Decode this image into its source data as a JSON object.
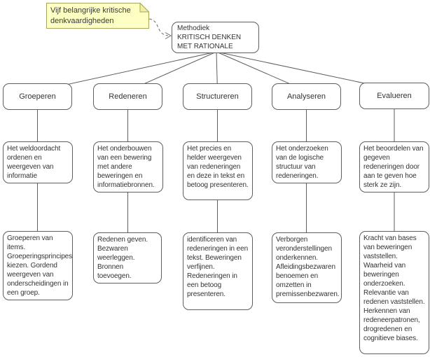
{
  "note": {
    "text": "Vijf belangrijke kritische denkvaardigheden"
  },
  "root_node": {
    "kicker": "Methodiek",
    "title_line1": "KRITISCH DENKEN",
    "title_line2": "MET RATIONALE"
  },
  "columns": [
    {
      "title": "Groeperen",
      "description": "Het weldoordacht ordenen en weergeven van informatie",
      "skills": "Groeperen van items. Groeperingsprincipes kiezen. Gordend weergeven van onderscheidingen in een groep."
    },
    {
      "title": "Redeneren",
      "description": "Het onderbouwen van een bewering met andere beweringen en informatiebronnen.",
      "skills": "Redenen geven. Bezwaren weerleggen. Bronnen toevoegen."
    },
    {
      "title": "Structureren",
      "description": "Het precies en helder weergeven van redeneringen en deze in tekst en betoog presenteren.",
      "skills": "identificeren van redeneringen in een tekst. Beweringen verfijnen. Redeneringen in een betoog presenteren."
    },
    {
      "title": "Analyseren",
      "description": "Het onderzoeken van de logische structuur van redeneringen.",
      "skills": "Verborgen veronderstellingen onderkennen. Afleidingsbezwaren benoemen en omzetten in premissenbezwaren."
    },
    {
      "title": "Evalueren",
      "description": "Het beoordelen van gegeven redeneringen door aan te geven hoe sterk ze zijn.",
      "skills": "Kracht van bases van beweringen vaststellen. Waarheid van beweringen onderzoeken. Relevantie van redenen vaststellen. Herkennen van redeneerpatronen, drogredenen en cognitieve biases."
    }
  ],
  "colors": {
    "background": "#ffffff",
    "node_fill": "#ffffff",
    "node_border": "#5e5e5e",
    "connector": "#5e5e5e",
    "text": "#333333",
    "note_fill": "#feffc2",
    "note_fold": "#f0f0a0",
    "note_border": "#a6a65f"
  }
}
